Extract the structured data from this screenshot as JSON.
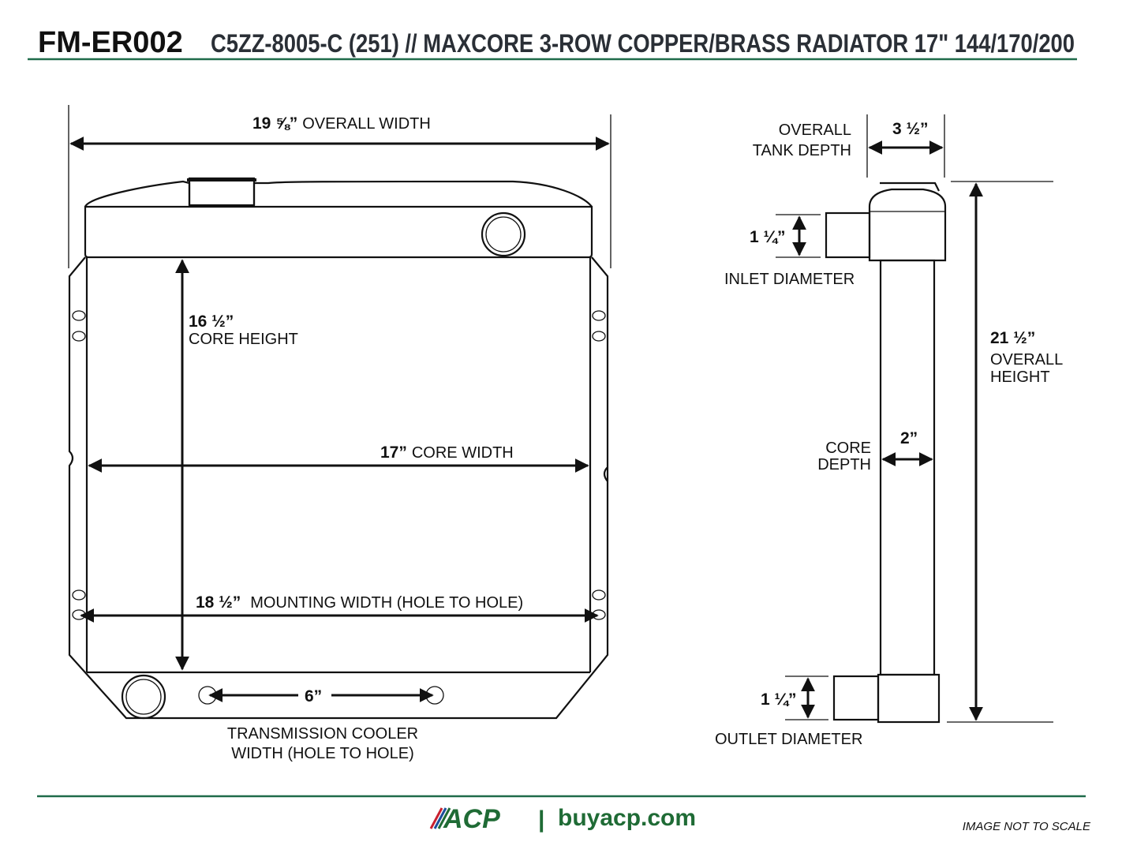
{
  "header": {
    "part_number": "FM-ER002",
    "description": "C5ZZ-8005-C (251)  //  MAXCORE 3-ROW COPPER/BRASS RADIATOR 17\" 144/170/200"
  },
  "front_view": {
    "overall_width_value": "19 ⅝”",
    "overall_width_label": "OVERALL WIDTH",
    "core_height_value": "16 ½”",
    "core_height_label": "CORE HEIGHT",
    "core_width_value": "17”",
    "core_width_label": "CORE WIDTH",
    "mounting_width_value": "18 ½”",
    "mounting_width_label": "MOUNTING WIDTH (HOLE TO HOLE)",
    "trans_cooler_value": "6”",
    "trans_cooler_label_line1": "TRANSMISSION COOLER",
    "trans_cooler_label_line2": "WIDTH (HOLE TO HOLE)"
  },
  "side_view": {
    "tank_depth_line1": "OVERALL",
    "tank_depth_line2": "TANK DEPTH",
    "tank_depth_value": "3 ½”",
    "inlet_value": "1 ¼”",
    "inlet_label": "INLET DIAMETER",
    "overall_height_value": "21 ½”",
    "overall_height_line1": "OVERALL",
    "overall_height_line2": "HEIGHT",
    "core_depth_line1": "CORE",
    "core_depth_line2": "DEPTH",
    "core_depth_value": "2”",
    "outlet_value": "1 ¼”",
    "outlet_label": "OUTLET DIAMETER"
  },
  "footer": {
    "logo_text": "ACP",
    "separator": "|",
    "website": "buyacp.com",
    "scale_note": "IMAGE NOT TO SCALE"
  },
  "colors": {
    "brand_green": "#1f6b35",
    "rule_green": "#1f6b4a",
    "logo_red": "#c8202f",
    "logo_blue": "#1d4f9c"
  }
}
